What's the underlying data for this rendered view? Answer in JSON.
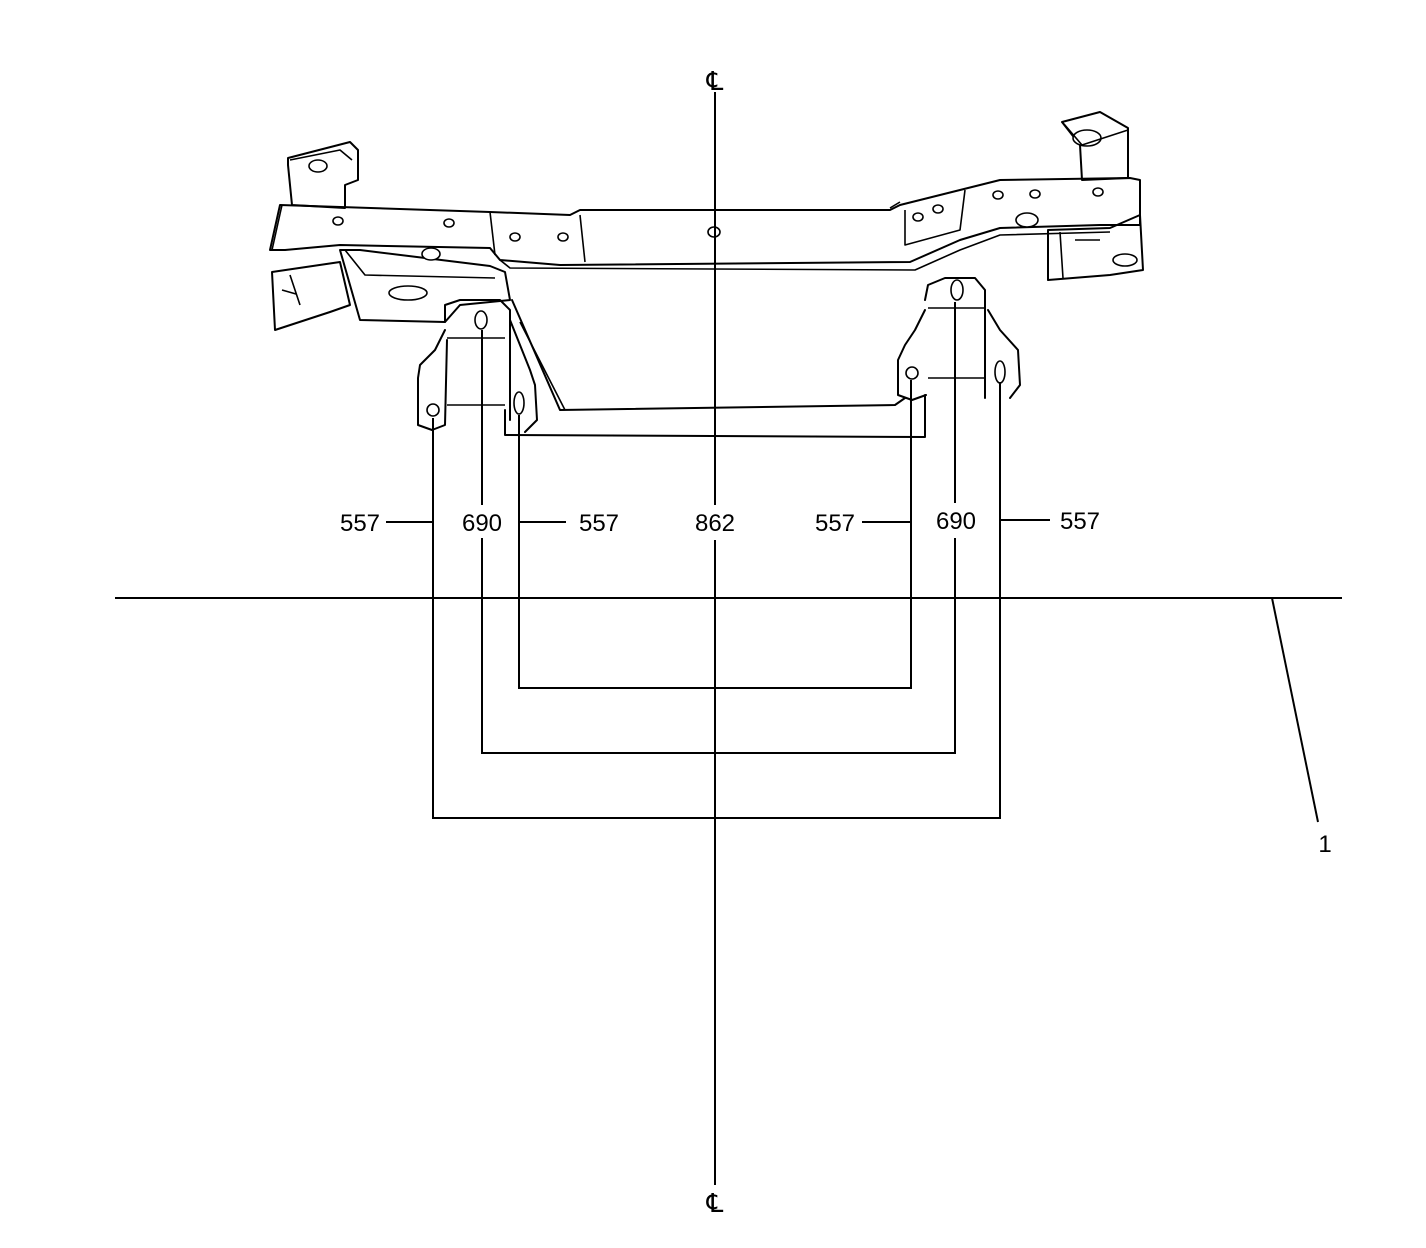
{
  "diagram": {
    "centerline_symbol": "℄",
    "dimensions": {
      "outer_left": "557",
      "middle_left": "690",
      "inner_left": "557",
      "center": "862",
      "inner_right": "557",
      "middle_right": "690",
      "outer_right": "557"
    },
    "reference_plane_callout": "1"
  }
}
